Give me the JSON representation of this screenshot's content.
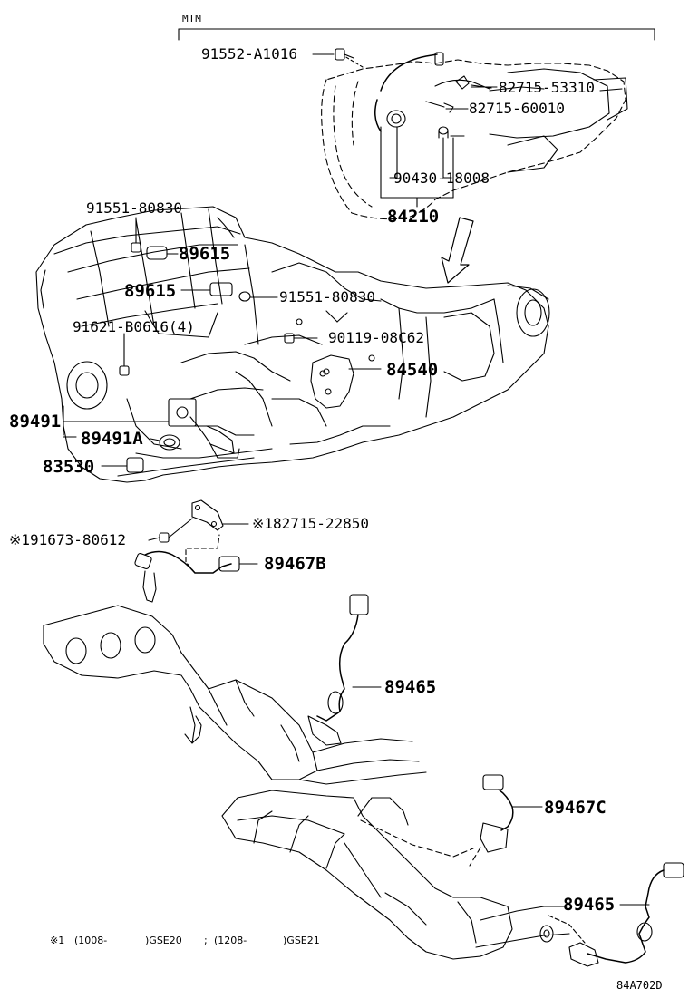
{
  "header_tag": "MTM",
  "labels": {
    "p91552": "91552-A1016",
    "p82715a": "82715-53310",
    "p82715b": "82715-60010",
    "p90430": "90430-18008",
    "p84210": "84210",
    "p91551a": "91551-80830",
    "p89615a": "89615",
    "p89615b": "89615",
    "p91551b": "91551-80830",
    "p91621": "91621-B0616(4)",
    "p90119": "90119-08C62",
    "p84540": "84540",
    "p89491": "89491",
    "p89491A": "89491A",
    "p83530": "83530",
    "p82715c": "※182715-22850",
    "p91673": "※191673-80612",
    "p89467B": "89467B",
    "p89465a": "89465",
    "p89467C": "89467C",
    "p89465b": "89465"
  },
  "footnote": {
    "mark": "※1",
    "range1": "(1008-",
    "model1": ")GSE20",
    "sep": ";",
    "range2": "(1208-",
    "model2": ")GSE21"
  },
  "figure_code": "84A702D"
}
